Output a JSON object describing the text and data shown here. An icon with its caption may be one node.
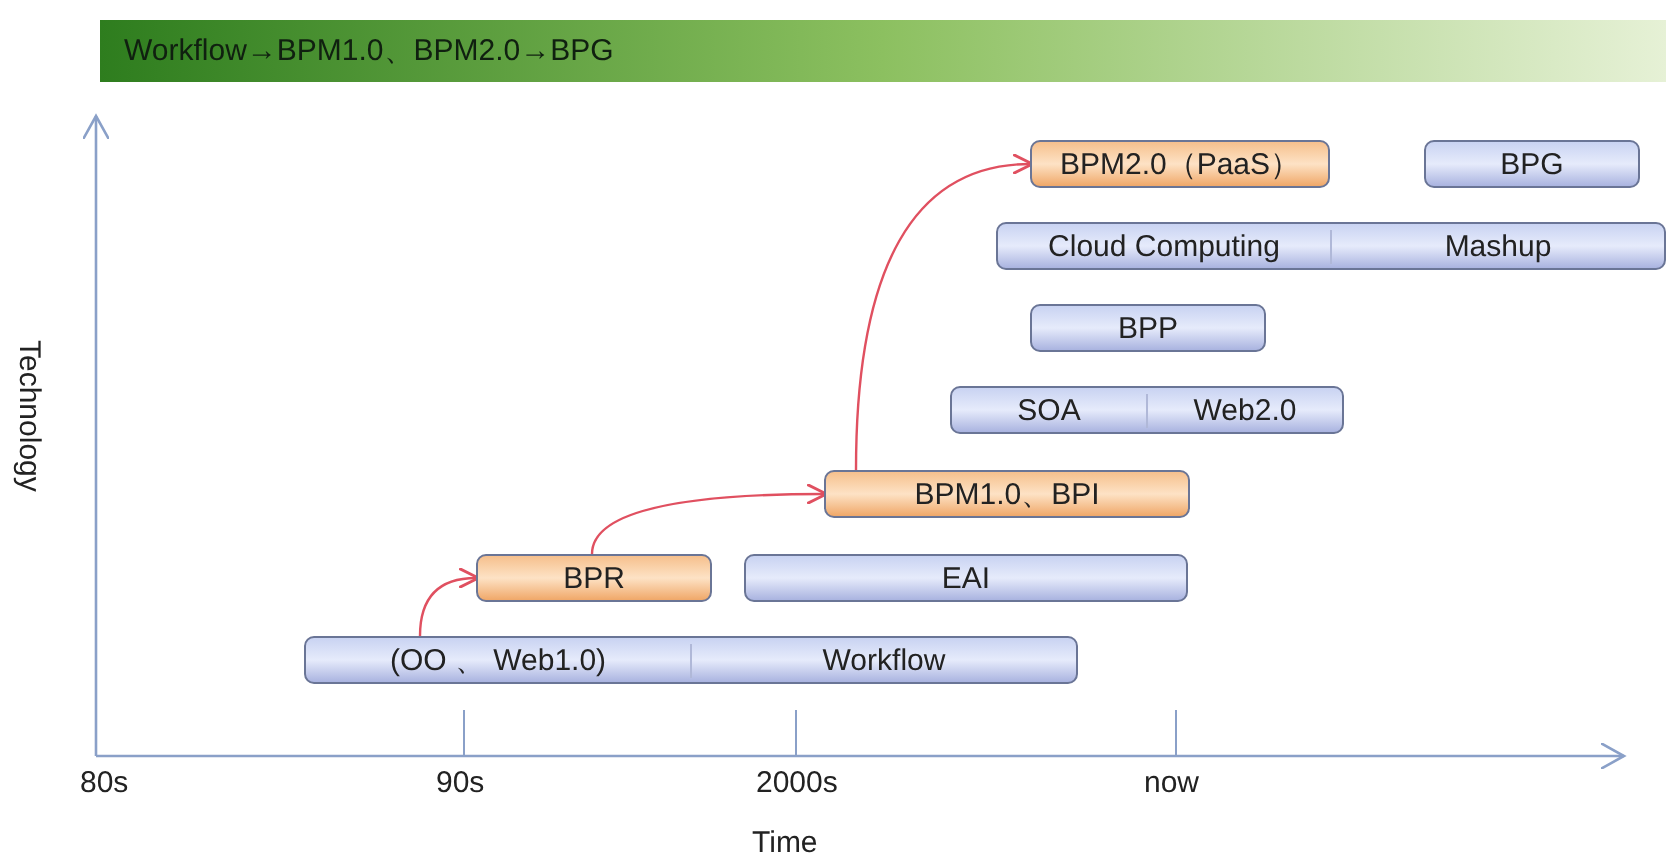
{
  "diagram": {
    "title": "Workflow→BPM1.0、BPM2.0→BPG",
    "nodes": [
      {
        "text": [
          "BPM2.0（PaaS）"
        ]
      },
      {
        "text": [
          "BPG"
        ]
      },
      {
        "text": [
          "Cloud Computing",
          "Mashup"
        ]
      },
      {
        "text": [
          "BPP"
        ]
      },
      {
        "text": [
          "SOA",
          "Web2.0"
        ]
      },
      {
        "text": [
          "BPM1.0、BPI"
        ]
      },
      {
        "text": [
          "BPR"
        ]
      },
      {
        "text": [
          "EAI"
        ]
      },
      {
        "text": [
          "(OO 、 Web1.0)",
          "Workflow"
        ]
      }
    ],
    "edges": [
      {
        "from": 8,
        "to": 6,
        "arrow": "to"
      },
      {
        "from": 6,
        "to": 5,
        "arrow": "to"
      },
      {
        "from": 5,
        "to": 0,
        "arrow": "to"
      }
    ],
    "labels": [
      "Technology",
      "80s",
      "90s",
      "2000s",
      "now",
      "Time"
    ]
  }
}
